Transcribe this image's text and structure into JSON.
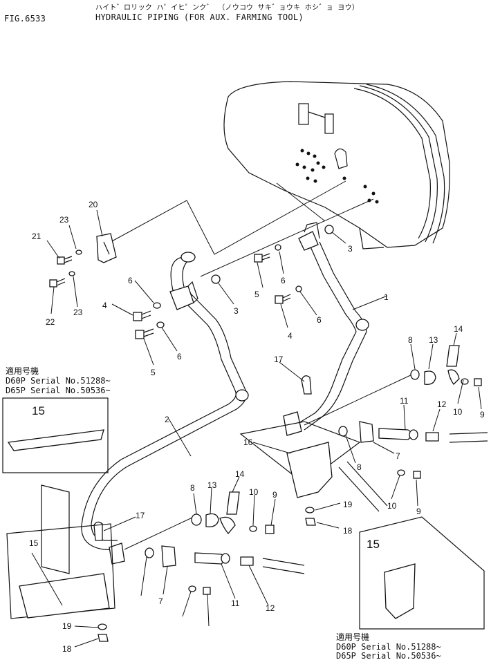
{
  "header": {
    "fig_number": "FIG.6533",
    "kana_title": "ハイト゛ロリック ハ゜イヒ゜ンク゛ （ノウコウ サキ゛ョウキ ホシ゛ョ ヨウ）",
    "title": "HYDRAULIC PIPING (FOR AUX. FARMING TOOL)"
  },
  "callouts": [
    "1",
    "2",
    "3",
    "3",
    "4",
    "4",
    "5",
    "5",
    "6",
    "6",
    "6",
    "6",
    "7",
    "7",
    "8",
    "8",
    "8",
    "9",
    "9",
    "9",
    "10",
    "10",
    "10",
    "11",
    "11",
    "12",
    "12",
    "13",
    "13",
    "14",
    "14",
    "15",
    "15",
    "15",
    "16",
    "17",
    "17",
    "18",
    "18",
    "19",
    "19",
    "20",
    "21",
    "22",
    "23",
    "23"
  ],
  "applicability_notes": [
    {
      "heading": "適用号機",
      "line1": "D60P   Serial  No.51288~",
      "line2": "D65P   Serial  No.50536~",
      "inset_label": "15"
    },
    {
      "heading": "適用号機",
      "line1": "D60P   Serial  No.51288~",
      "line2": "D65P   Serial  No.50536~",
      "inset_label": "15"
    }
  ]
}
